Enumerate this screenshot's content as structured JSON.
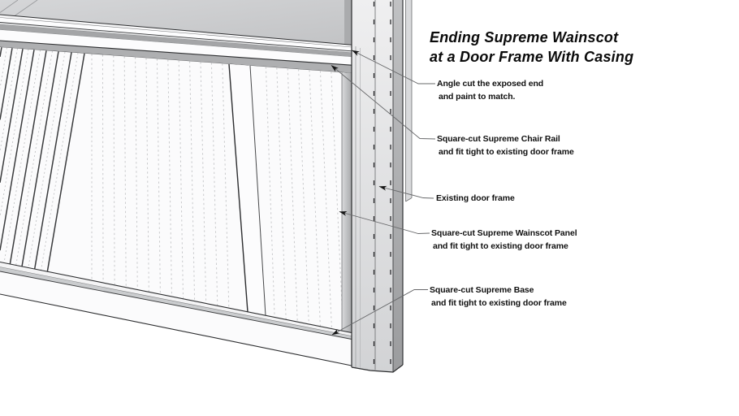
{
  "diagram_title": {
    "line1": "Ending Supreme Wainscot",
    "line2": "at a Door Frame With Casing"
  },
  "annotations": [
    {
      "line1": "Angle cut the exposed end",
      "line2": "and paint to match."
    },
    {
      "line1": "Square-cut Supreme Chair Rail",
      "line2": "and fit tight to existing door frame"
    },
    {
      "line1": "Existing door frame",
      "line2": ""
    },
    {
      "line1": "Square-cut Supreme Wainscot Panel",
      "line2": "and fit tight to existing door frame"
    },
    {
      "line1": "Square-cut Supreme Base",
      "line2": "and fit tight to existing door frame"
    }
  ],
  "colors": {
    "background": "#ffffff",
    "wall_gray": "#c6c7c9",
    "casing_light": "#eeeeef",
    "casing_dark": "#d2d3d5",
    "side_gray": "#a8a9ab",
    "shadow_gray": "#aeafb1",
    "line_dark": "#2c2d2f",
    "bead_faint": "#c9cacc",
    "leader_gray": "#67686a",
    "text_black": "#0a0a0a"
  }
}
